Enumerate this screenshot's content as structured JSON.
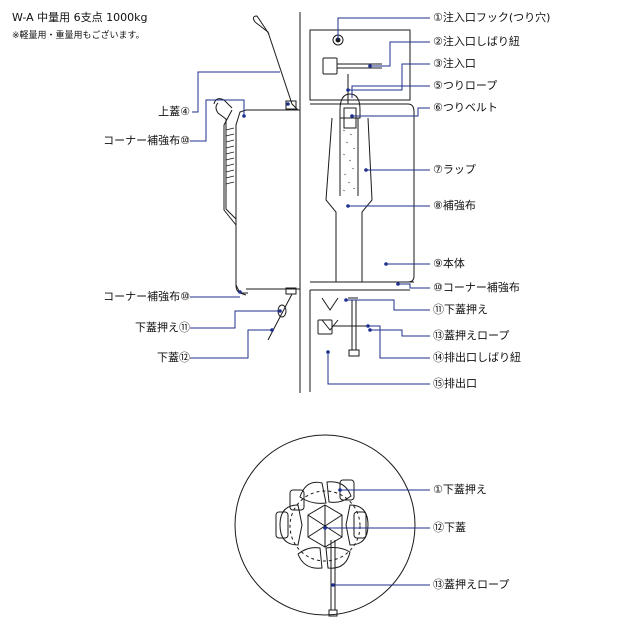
{
  "title": "W-A 中量用  6支点  1000kg",
  "note": "※軽量用・重量用もございます。",
  "colors": {
    "line": "#1a1a1a",
    "leader": "#1f2f8f",
    "dot": "#1f2f8f"
  },
  "left_labels": {
    "upper_lid": "上蓋④",
    "corner_top": "コーナー補強布⑩",
    "corner_bottom": "コーナー補強布⑩",
    "lower_lid_press": "下蓋押え⑪",
    "lower_lid": "下蓋⑫"
  },
  "right_labels": {
    "fill_hook": "①注入口フック(つり穴)",
    "fill_tie": "②注入口しばり紐",
    "fill_inlet": "③注入口",
    "lift_rope": "⑤つりロープ",
    "lift_belt": "⑥つりベルト",
    "wrap": "⑦ラップ",
    "reinforce": "⑧補強布",
    "body": "⑨本体",
    "corner": "⑩コーナー補強布",
    "lower_press": "⑪下蓋押え",
    "press_rope": "⑬蓋押えロープ",
    "outlet_tie": "⑭排出口しばり紐",
    "outlet": "⑮排出口"
  },
  "detail_labels": {
    "lower_press": "①下蓋押え",
    "lower_lid": "⑫下蓋",
    "press_rope": "⑬蓋押えロープ"
  }
}
